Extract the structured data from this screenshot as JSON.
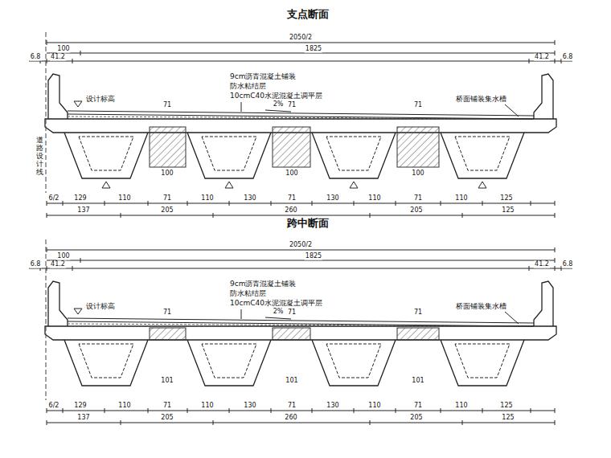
{
  "diagram": {
    "labels": [
      "支点断面",
      "2050/2",
      "100",
      "1825",
      "6.8",
      "41.2",
      "41.2",
      "6.8",
      "9cm沥青混凝土铺装",
      "防水粘结层",
      "10cmC40水泥混凝土调平层",
      "设计标高",
      "桥面铺装集水槽",
      "2%",
      "71",
      "71",
      "71",
      "100",
      "100",
      "100",
      "道路设计线",
      "6/2",
      "129",
      "110",
      "71",
      "110",
      "130",
      "71",
      "130",
      "110",
      "71",
      "110",
      "125",
      "137",
      "205",
      "260",
      "205",
      "125",
      "跨中断面",
      "2050/2",
      "100",
      "1825",
      "6.8",
      "41.2",
      "41.2",
      "6.8",
      "9cm沥青混凝土铺装",
      "防水粘结层",
      "10cmC40水泥混凝土调平层",
      "设计标高",
      "桥面铺装集水槽",
      "2%",
      "71",
      "71",
      "71",
      "101",
      "101",
      "101",
      "6/2",
      "129",
      "110",
      "71",
      "110",
      "130",
      "71",
      "130",
      "110",
      "71",
      "110",
      "125",
      "137",
      "205",
      "260",
      "205",
      "125"
    ]
  }
}
